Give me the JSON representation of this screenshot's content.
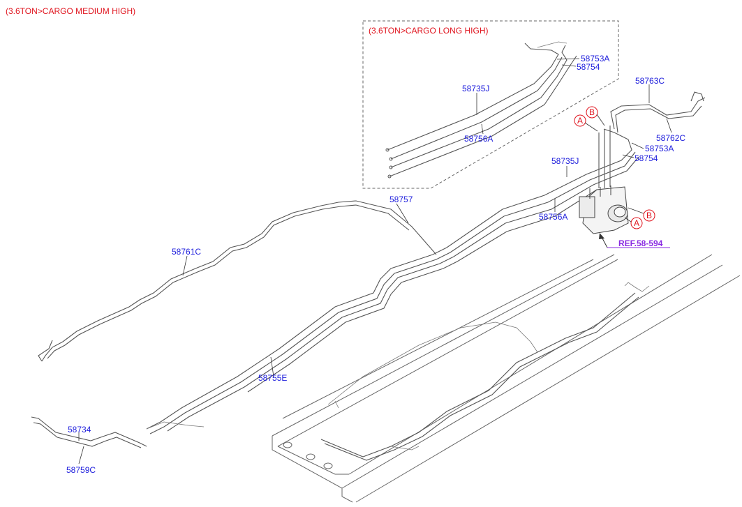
{
  "titles": {
    "main": "(3.6TON>CARGO MEDIUM HIGH)",
    "inset": "(3.6TON>CARGO LONG HIGH)"
  },
  "inset_parts": {
    "p58753A": "58753A",
    "p58754": "58754",
    "p58735J": "58735J",
    "p58756A": "58756A"
  },
  "parts": {
    "p58763C": "58763C",
    "p58762C": "58762C",
    "p58753A": "58753A",
    "p58754": "58754",
    "p58735J": "58735J",
    "p58756A": "58756A",
    "p58757": "58757",
    "p58761C": "58761C",
    "p58755E": "58755E",
    "p58734": "58734",
    "p58759C": "58759C"
  },
  "markers": {
    "a1": "A",
    "b1": "B",
    "a2": "A",
    "b2": "B"
  },
  "reference": "REF.58-594",
  "colors": {
    "part_label": "#1e1edc",
    "title": "#e0141e",
    "reference": "#8a2be2",
    "line": "#555555"
  }
}
